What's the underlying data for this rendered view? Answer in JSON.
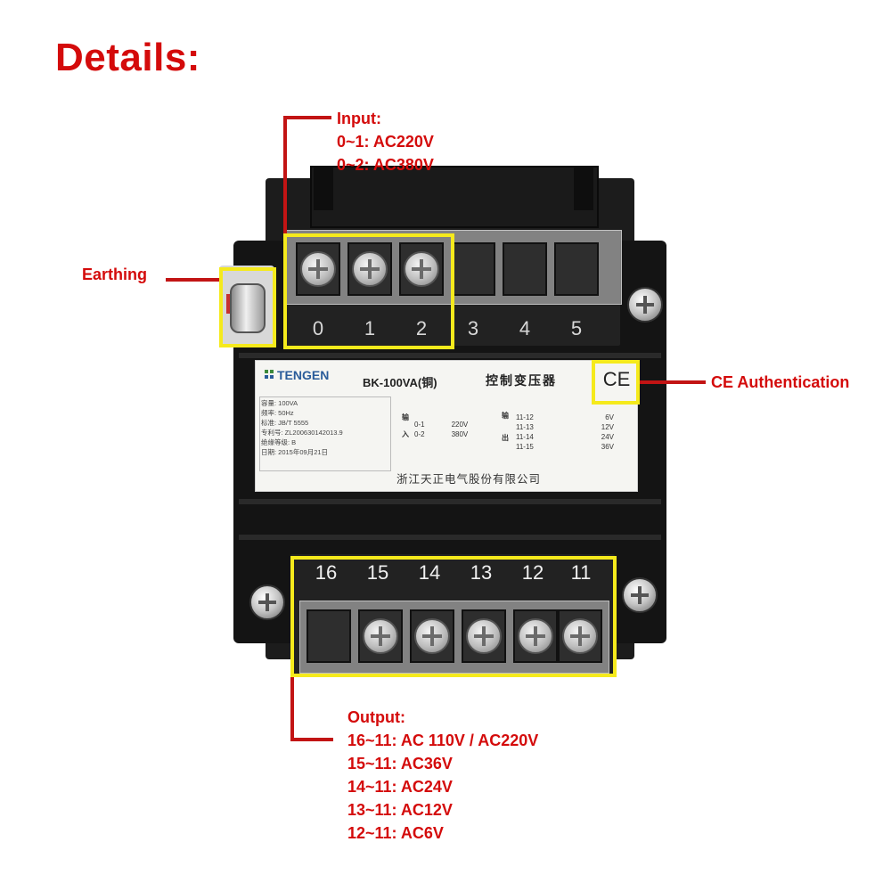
{
  "title": "Details:",
  "callouts": {
    "input": {
      "lines": [
        "Input:",
        "0~1: AC220V",
        "0~2: AC380V"
      ]
    },
    "earthing": "Earthing",
    "ce": "CE Authentication",
    "output": {
      "lines": [
        "Output:",
        "16~11: AC 110V / AC220V",
        "15~11: AC36V",
        "14~11: AC24V",
        "13~11: AC12V",
        "12~11: AC6V"
      ]
    }
  },
  "terminals": {
    "top": [
      "0",
      "1",
      "2",
      "3",
      "4",
      "5"
    ],
    "bottom": [
      "16",
      "15",
      "14",
      "13",
      "12",
      "11"
    ]
  },
  "nameplate": {
    "brand": "TENGEN",
    "model": "BK-100VA(铜)",
    "product": "控制变压器",
    "specs": [
      "容量: 100VA",
      "频率: 50Hz",
      "标准: JB/T 5555",
      "专利号: ZL200630142013.9",
      "绝缘等级: B",
      "日期: 2015年09月21日"
    ],
    "input_label": [
      "输",
      "入"
    ],
    "input_rows": [
      [
        "0-1",
        "220V"
      ],
      [
        "0-2",
        "380V"
      ]
    ],
    "output_label": [
      "输",
      "出"
    ],
    "output_rows": [
      [
        "11-12",
        "6V"
      ],
      [
        "11-13",
        "12V"
      ],
      [
        "11-14",
        "24V"
      ],
      [
        "11-15",
        "36V"
      ]
    ],
    "company": "浙江天正电气股份有限公司",
    "ce_mark": "CE"
  },
  "colors": {
    "callout_red": "#d40b0b",
    "highlight_yellow": "#f5ea1c",
    "brand_blue": "#2a5c9a"
  }
}
